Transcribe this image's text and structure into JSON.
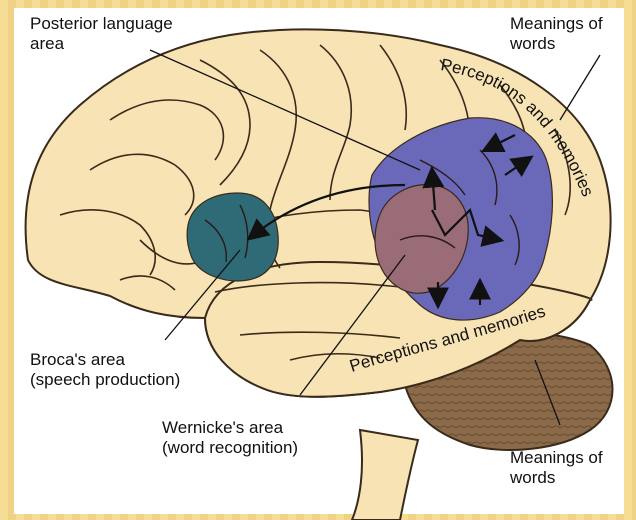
{
  "labels": {
    "posterior_line1": "Posterior language",
    "posterior_line2": "area",
    "meanings_top_line1": "Meanings of",
    "meanings_top_line2": "words",
    "perceptions_upper": "Perceptions and memories",
    "perceptions_lower": "Perceptions and memories",
    "broca_line1": "Broca's area",
    "broca_line2": "(speech production)",
    "wernicke_line1": "Wernicke's area",
    "wernicke_line2": "(word recognition)",
    "meanings_bottom_line1": "Meanings of",
    "meanings_bottom_line2": "words"
  },
  "colors": {
    "background": "#f3d98f",
    "brain": "#f7e3b4",
    "brain_outline": "#3a2a1a",
    "broca": "#2f6b77",
    "posterior": "#6a68b8",
    "wernicke": "#9a6c78",
    "cerebellum": "#8b6a4a"
  }
}
